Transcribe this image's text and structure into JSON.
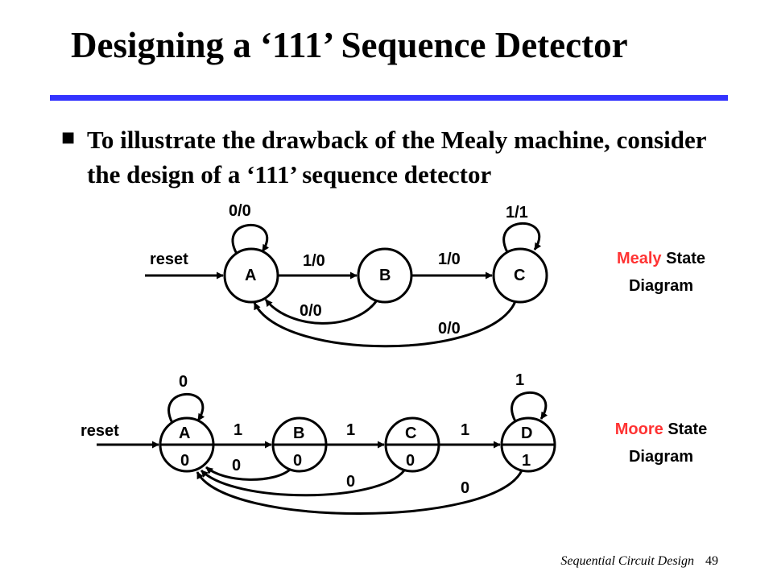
{
  "slide": {
    "title": "Designing a ‘111’ Sequence Detector",
    "bullet": "To illustrate the drawback of the Mealy machine, consider the design of a ‘111’ sequence detector",
    "footer_text": "Sequential Circuit Design",
    "page_number": "49",
    "rule_color": "#3333ff",
    "accent_color": "#ff3333"
  },
  "mealy": {
    "caption_accent": "Mealy",
    "caption_rest": "State",
    "caption_line2": "Diagram",
    "reset_label": "reset",
    "states": [
      "A",
      "B",
      "C"
    ],
    "transition_labels": {
      "a_self": "0/0",
      "c_self": "1/1",
      "a_to_b": "1/0",
      "b_to_c": "1/0",
      "b_to_a": "0/0",
      "c_to_a": "0/0"
    }
  },
  "moore": {
    "caption_accent": "Moore",
    "caption_rest": "State",
    "caption_line2": "Diagram",
    "reset_label": "reset",
    "states": [
      {
        "name": "A",
        "output": "0"
      },
      {
        "name": "B",
        "output": "0"
      },
      {
        "name": "C",
        "output": "0"
      },
      {
        "name": "D",
        "output": "1"
      }
    ],
    "transition_labels": {
      "a_self": "0",
      "d_self": "1",
      "a_to_b": "1",
      "b_to_c": "1",
      "c_to_d": "1",
      "b_to_a": "0",
      "c_to_a": "0",
      "d_to_a": "0"
    }
  }
}
